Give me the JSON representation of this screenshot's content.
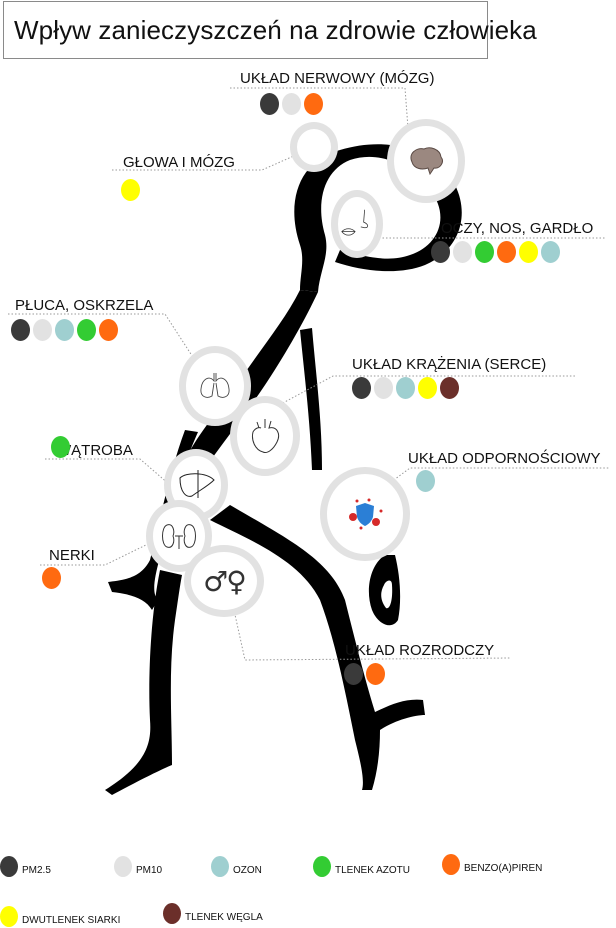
{
  "title": "Wpływ zanieczyszczeń na zdrowie człowieka",
  "pollutants": {
    "pm25": {
      "label": "PM2.5",
      "color": "#3a3a3a"
    },
    "pm10": {
      "label": "PM10",
      "color": "#e2e2e2"
    },
    "ozon": {
      "label": "OZON",
      "color": "#9fcfd0"
    },
    "no": {
      "label": "TLENEK AZOTU",
      "color": "#33cc33"
    },
    "bap": {
      "label": "BENZO(A)PIREN",
      "color": "#ff6a10"
    },
    "so2": {
      "label": "DWUTLENEK SIARKI",
      "color": "#ffff00"
    },
    "co": {
      "label": "TLENEK WĘGLA",
      "color": "#6b2f2a"
    }
  },
  "organs": [
    {
      "id": "nervous",
      "label": "UKŁAD NERWOWY (MÓZG)",
      "icon": "brain-icon",
      "pollutants": [
        "pm25",
        "pm10",
        "bap"
      ]
    },
    {
      "id": "head",
      "label": "GŁOWA I MÓZG",
      "icon": "head-icon",
      "pollutants": [
        "so2"
      ]
    },
    {
      "id": "eyes",
      "label": "OCZY, NOS, GARDŁO",
      "icon": "nose-mouth-icon",
      "pollutants": [
        "pm25",
        "pm10",
        "no",
        "bap",
        "so2",
        "ozon"
      ]
    },
    {
      "id": "lungs",
      "label": "PŁUCA, OSKRZELA",
      "icon": "lungs-icon",
      "pollutants": [
        "pm25",
        "pm10",
        "ozon",
        "no",
        "bap"
      ]
    },
    {
      "id": "heart",
      "label": "UKŁAD KRĄŻENIA (SERCE)",
      "icon": "heart-icon",
      "pollutants": [
        "pm25",
        "pm10",
        "ozon",
        "so2",
        "co"
      ]
    },
    {
      "id": "liver",
      "label": "WĄTROBA",
      "icon": "liver-icon",
      "pollutants": [
        "no"
      ]
    },
    {
      "id": "immune",
      "label": "UKŁAD ODPORNOŚCIOWY",
      "icon": "shield-virus-icon",
      "pollutants": [
        "ozon"
      ]
    },
    {
      "id": "kidneys",
      "label": "NERKI",
      "icon": "kidneys-icon",
      "pollutants": [
        "bap"
      ]
    },
    {
      "id": "repro",
      "label": "UKŁAD ROZRODCZY",
      "icon": "gender-icon",
      "symbol": "♂♀",
      "pollutants": [
        "pm25",
        "bap"
      ]
    }
  ],
  "legend": [
    "pm25",
    "pm10",
    "ozon",
    "no",
    "bap",
    "so2",
    "co"
  ]
}
